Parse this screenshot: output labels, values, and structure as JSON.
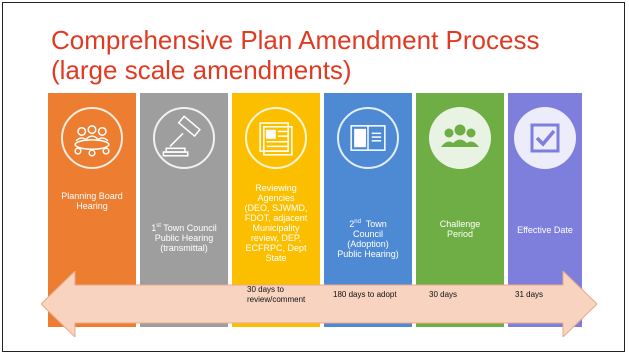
{
  "title": {
    "line1": "Comprehensive Plan Amendment Process",
    "line2": "(large scale amendments)"
  },
  "colors": {
    "title": "#e23a22",
    "panel1": "#ed7d31",
    "panel2": "#9e9e9e",
    "panel3": "#fcbf00",
    "panel4": "#4e8ad4",
    "panel5": "#6fae45",
    "panel6": "#7e7fdc",
    "arrow": "#f7d3c0"
  },
  "steps": [
    {
      "icon": "meeting-table-icon",
      "lines": [
        "Planning Board",
        "Hearing"
      ]
    },
    {
      "icon": "gavel-icon",
      "lines": [
        "1st Town Council",
        "Public Hearing",
        "(transmittal)"
      ]
    },
    {
      "icon": "documents-icon",
      "lines": [
        "Reviewing",
        "Agencies",
        "(DEO, SJWMD,",
        "FDOT, adjacent",
        "Municipality",
        "review, DEP,",
        "ECFRPC, Dept",
        "State"
      ]
    },
    {
      "icon": "open-book-icon",
      "lines": [
        "2nd  Town",
        "Council",
        "(Adoption)",
        "Public Hearing)"
      ]
    },
    {
      "icon": "people-group-icon",
      "lines": [
        "Challenge",
        "Period"
      ]
    },
    {
      "icon": "checkbox-icon",
      "lines": [
        "Effective Date"
      ]
    }
  ],
  "durations": {
    "review_line1": "30 days to",
    "review_line2": "review/comment",
    "adopt": "180 days to adopt",
    "challenge": "30 days",
    "effective": "31 days"
  }
}
